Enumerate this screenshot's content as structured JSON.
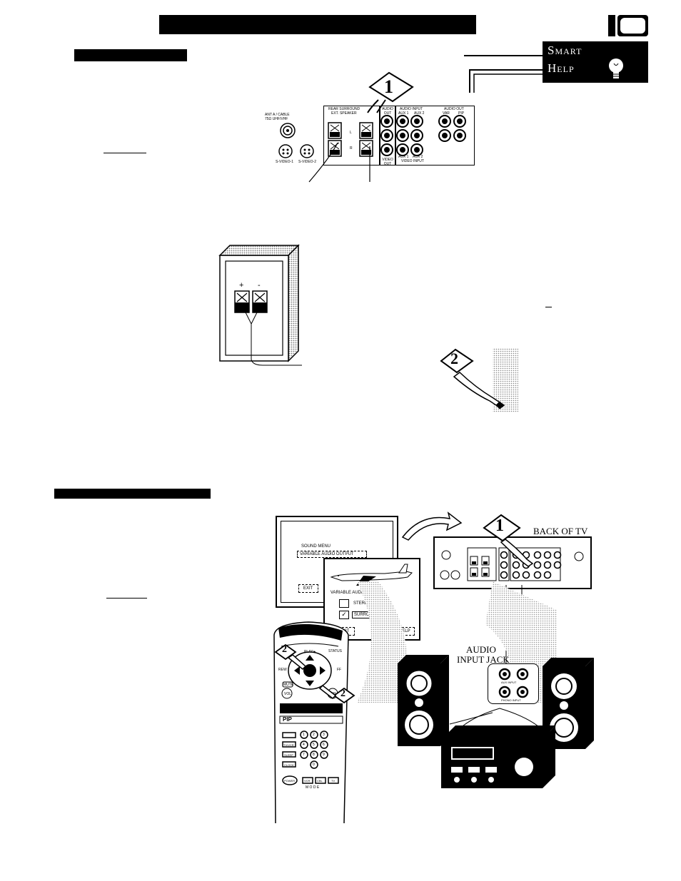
{
  "smart_help": {
    "word1_first": "S",
    "word1_rest": "MART",
    "word2_first": "H",
    "word2_rest": "ELP"
  },
  "step_badges": {
    "top_step1": "1",
    "top_step2": "2",
    "bottom_step1": "1",
    "remote_step2a": "2",
    "remote_step2b": "2"
  },
  "top_panel": {
    "ant_label": "ANT A / CABLE",
    "ant_sub": "75Ω UHF/VHF",
    "rear_surround": "REAR SURROUND",
    "ext_speaker": "EXT. SPEAKER",
    "audio_out": "AUDIO OUT",
    "video_out": "VIDEO OUT",
    "audio_input": "AUDIO INPUT",
    "aux1": "AUX 1",
    "aux2": "AUX 2",
    "audio_out_right": "AUDIO OUT",
    "var": "VAR",
    "pip": "PIP",
    "video_input": "VIDEO INPUT",
    "svideo1": "S-VIDEO-1",
    "svideo2": "S-VIDEO-2",
    "L": "L",
    "R": "R"
  },
  "speaker_box": {
    "plus": "+",
    "minus": "-"
  },
  "sound_menu": {
    "title": "SOUND MENU",
    "item": "VARIABLE AUDIO OUTPUT",
    "exit": "EXIT"
  },
  "var_popup": {
    "title": "VARIABLE AUDIO OUTPUT",
    "opt1": "STEREO",
    "opt2": "SURROUND",
    "opt2_checked": true,
    "exit": "EXIT",
    "help": "HELP"
  },
  "bottom_labels": {
    "back_of_tv": "BACK OF TV",
    "audio_input_jacks_1": "AUDIO",
    "audio_input_jacks_2": "INPUT JACKS",
    "aux_input": "AUX INPUT",
    "phono_input": "PHONO INPUT"
  },
  "remote": {
    "play": "PLAY►",
    "status": "STATUS",
    "rew": "REW",
    "ff": "FF",
    "mute": "MUTE",
    "vol": "VOL",
    "ch": "CH",
    "pip": "PIP",
    "keys": [
      "1",
      "2",
      "3",
      "4",
      "5",
      "6",
      "7",
      "8",
      "9",
      "0"
    ],
    "power": "POWER",
    "vcr": "VCR",
    "acc": "CBL",
    "tv": "TV",
    "mode": "M O D E",
    "tvvcr": "TV/VCR",
    "sleep": "SLEEP",
    "clock": "CLOCK"
  }
}
